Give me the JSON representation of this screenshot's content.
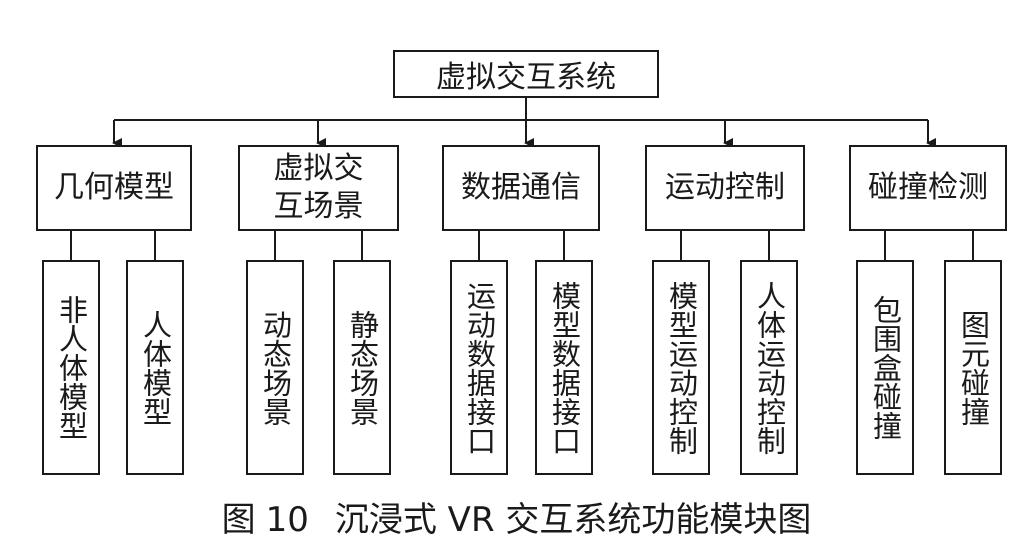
{
  "root": {
    "label": "虚拟交互系统"
  },
  "modules": [
    {
      "label": "几何模型",
      "children": [
        "非人体模型",
        "人体模型"
      ]
    },
    {
      "label": "虚拟交互场景",
      "children": [
        "动态场景",
        "静态场景"
      ]
    },
    {
      "label": "数据通信",
      "children": [
        "运动数据接口",
        "模型数据接口"
      ]
    },
    {
      "label": "运动控制",
      "children": [
        "模型运动控制",
        "人体运动控制"
      ]
    },
    {
      "label": "碰撞检测",
      "children": [
        "包围盒碰撞",
        "图元碰撞"
      ]
    }
  ],
  "caption": {
    "prefix": "图",
    "number": "10",
    "title": "沉浸式 VR 交互系统功能模块图"
  }
}
